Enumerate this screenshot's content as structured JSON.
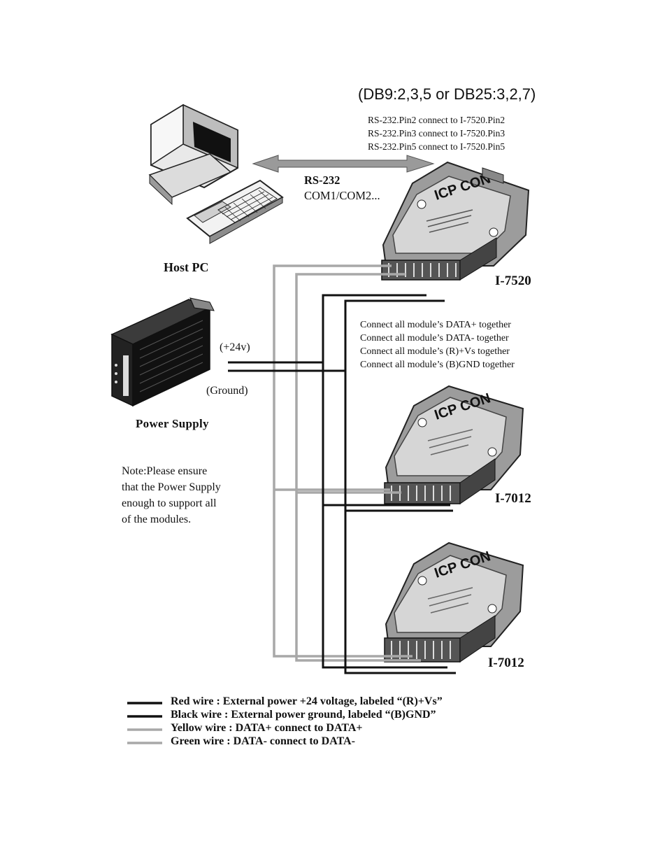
{
  "header": {
    "db_pins": "(DB9:2,3,5 or DB25:3,2,7)"
  },
  "pin_map": [
    "RS-232.Pin2   connect to I-7520.Pin2",
    "RS-232.Pin3   connect to I-7520.Pin3",
    "RS-232.Pin5   connect to I-7520.Pin5"
  ],
  "link": {
    "protocol": "RS-232",
    "ports": "COM1/COM2..."
  },
  "devices": {
    "host_pc": "Host PC",
    "converter": "I-7520",
    "module_1": "I-7012",
    "module_2": "I-7012",
    "power_supply": "Power Supply",
    "brand": "ICP CON"
  },
  "power": {
    "positive": "(+24v)",
    "ground": "(Ground)"
  },
  "connect_notes": [
    "Connect all module’s DATA+  together",
    "Connect all module’s DATA-   together",
    "Connect all module’s (R)+Vs    together",
    "Connect all module’s (B)GND   together"
  ],
  "note": [
    "Note:Please ensure",
    "that the Power Supply",
    "enough to support all",
    "of the modules."
  ],
  "legend": [
    {
      "text": "Red wire : External power +24 voltage, labeled “(R)+Vs”",
      "color": "#111111"
    },
    {
      "text": "Black wire : External power ground, labeled “(B)GND”",
      "color": "#111111"
    },
    {
      "text": "Yellow wire : DATA+ connect to DATA+",
      "color": "#a8a8a8"
    },
    {
      "text": "Green wire : DATA- connect to DATA-",
      "color": "#a8a8a8"
    }
  ]
}
